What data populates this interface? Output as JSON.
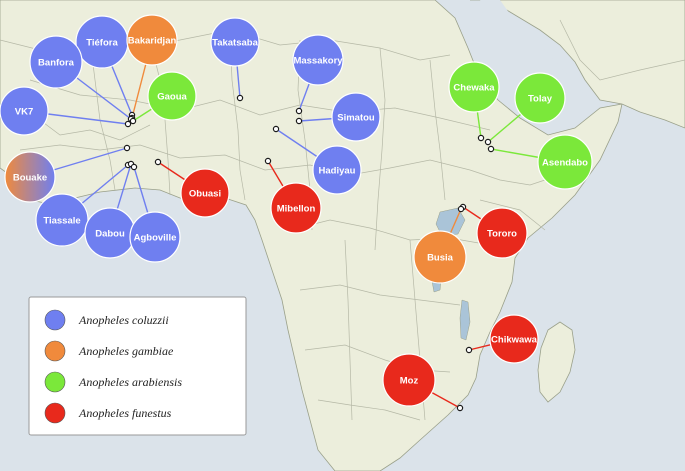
{
  "colors": {
    "ocean": "#dbe3ea",
    "land": "#eceedc",
    "border": "#b5b8a6",
    "coast": "#9aa08a",
    "lake": "#aac4d8",
    "point_stroke": "#1a1a1a",
    "species": {
      "coluzzii": "#6f7ff0",
      "gambiae": "#f08a3c",
      "arabiensis": "#7be83a",
      "funestus": "#e8291c"
    }
  },
  "legend": [
    {
      "species": "coluzzii",
      "label": "Anopheles coluzzii"
    },
    {
      "species": "gambiae",
      "label": "Anopheles gambiae"
    },
    {
      "species": "arabiensis",
      "label": "Anopheles arabiensis"
    },
    {
      "species": "funestus",
      "label": "Anopheles funestus"
    }
  ],
  "sites": [
    {
      "label": "Tiéfora",
      "species": "coluzzii"
    },
    {
      "label": "Bakaridjan",
      "species": "gambiae"
    },
    {
      "label": "Banfora",
      "species": "coluzzii"
    },
    {
      "label": "Gaoua",
      "species": "arabiensis"
    },
    {
      "label": "VK7",
      "species": "coluzzii"
    },
    {
      "label": "Bouake",
      "species": "mixed",
      "mix": [
        "gambiae",
        "coluzzii"
      ]
    },
    {
      "label": "Tiassale",
      "species": "coluzzii"
    },
    {
      "label": "Dabou",
      "species": "coluzzii"
    },
    {
      "label": "Agboville",
      "species": "coluzzii"
    },
    {
      "label": "Obuasi",
      "species": "funestus"
    },
    {
      "label": "Takatsaba",
      "species": "coluzzii"
    },
    {
      "label": "Massakory",
      "species": "coluzzii"
    },
    {
      "label": "Simatou",
      "species": "coluzzii"
    },
    {
      "label": "Hadiyau",
      "species": "coluzzii"
    },
    {
      "label": "Mibellon",
      "species": "funestus"
    },
    {
      "label": "Chewaka",
      "species": "arabiensis"
    },
    {
      "label": "Tolay",
      "species": "arabiensis"
    },
    {
      "label": "Asendabo",
      "species": "arabiensis"
    },
    {
      "label": "Tororo",
      "species": "funestus"
    },
    {
      "label": "Busia",
      "species": "gambiae"
    },
    {
      "label": "Chikwawa",
      "species": "funestus"
    },
    {
      "label": "Moz",
      "species": "funestus"
    }
  ]
}
